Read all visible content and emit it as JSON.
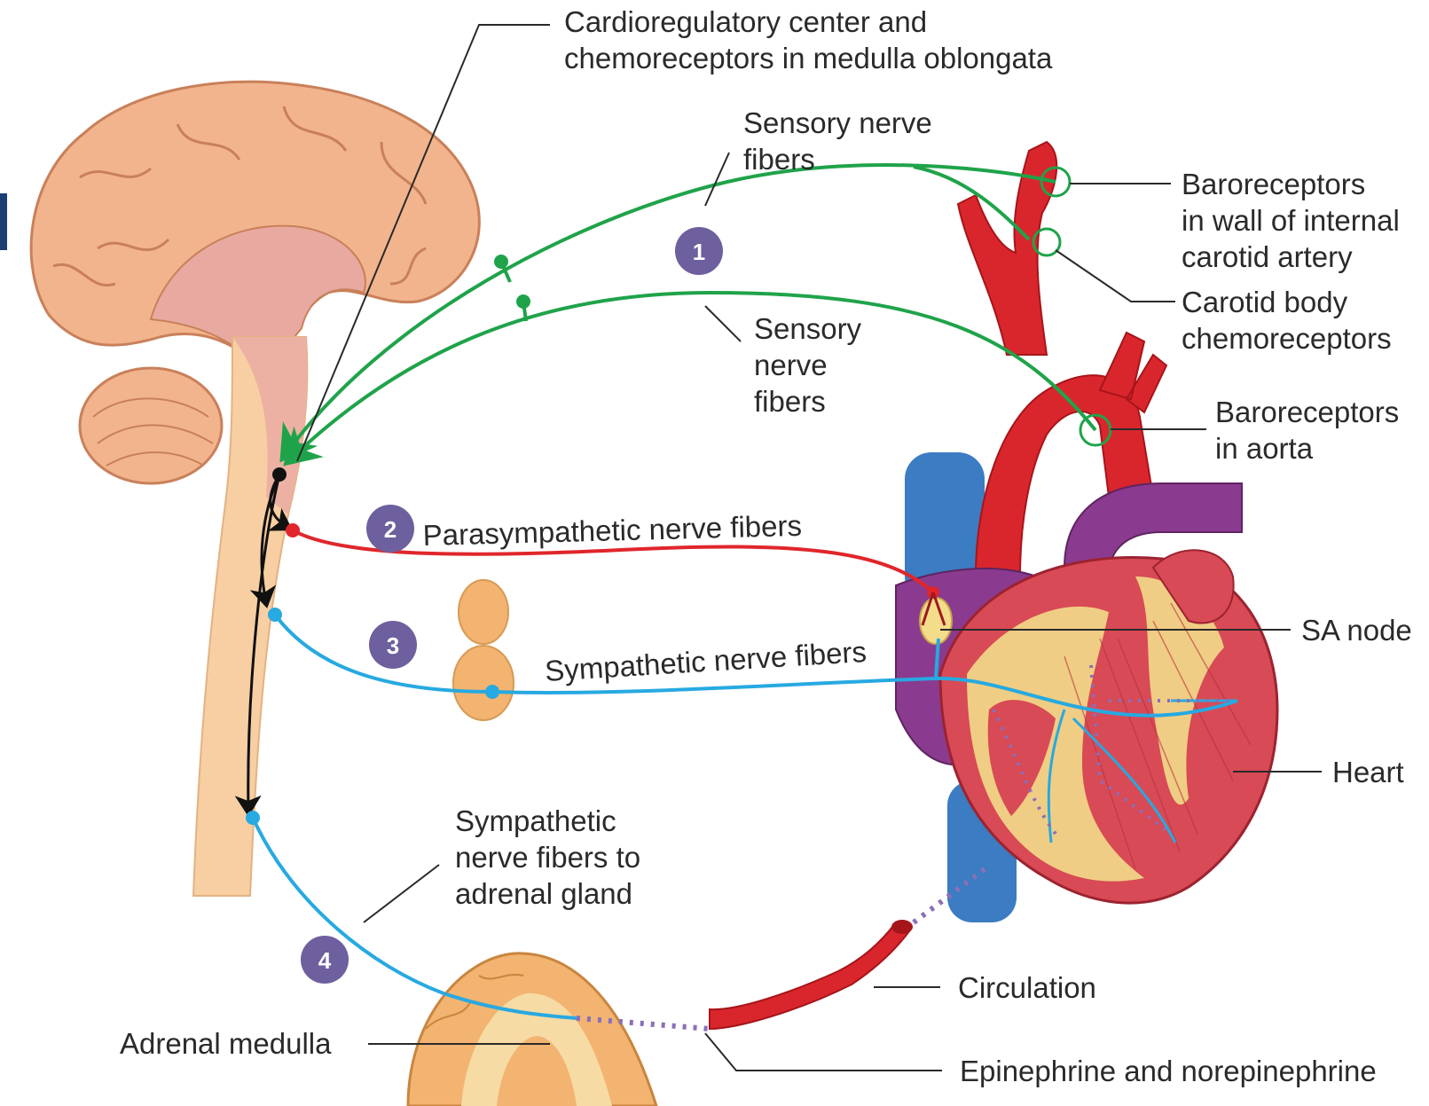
{
  "labels": {
    "cardioregulatory": [
      "Cardioregulatory center and",
      "chemoreceptors in medulla oblongata"
    ],
    "sensory_upper": [
      "Sensory nerve",
      "fibers"
    ],
    "sensory_lower": [
      "Sensory",
      "nerve",
      "fibers"
    ],
    "baroreceptors_carotid": [
      "Baroreceptors",
      "in wall of internal",
      "carotid artery"
    ],
    "carotid_body": [
      "Carotid body",
      "chemoreceptors"
    ],
    "baroreceptors_aorta": [
      "Baroreceptors",
      "in aorta"
    ],
    "parasympathetic": "Parasympathetic nerve fibers",
    "sympathetic": "Sympathetic nerve fibers",
    "sa_node": "SA node",
    "heart": "Heart",
    "sympathetic_adrenal": [
      "Sympathetic",
      "nerve fibers to",
      "adrenal gland"
    ],
    "circulation": "Circulation",
    "adrenal_medulla": "Adrenal medulla",
    "epinephrine": "Epinephrine and norepinephrine"
  },
  "steps": [
    "1",
    "2",
    "3",
    "4"
  ],
  "colors": {
    "sensory": "#1fa34a",
    "parasympathetic": "#e0262b",
    "sympathetic": "#27a9e1",
    "hormone": "#8a6fb8",
    "step_badge": "#6e5f9e",
    "brain": "#f2b48c",
    "artery": "#d9262c",
    "vein": "#3b7cc2",
    "heart_muscle": "#d84a55",
    "fat": "#f3dc8a"
  }
}
